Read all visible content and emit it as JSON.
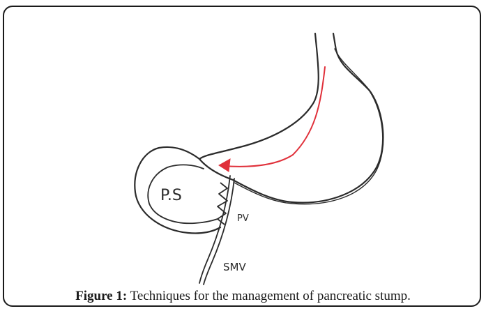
{
  "diagram": {
    "labels": {
      "pancreatic_stump": "P.S",
      "portal_vein": "PV",
      "superior_mesenteric_vein": "SMV"
    },
    "colors": {
      "outline": "#2b2b2b",
      "flow_arrow": "#e0303a",
      "frame": "#1a1a1a"
    }
  },
  "caption": {
    "label": "Figure 1:",
    "text": "Techniques for the management of pancreatic stump."
  }
}
